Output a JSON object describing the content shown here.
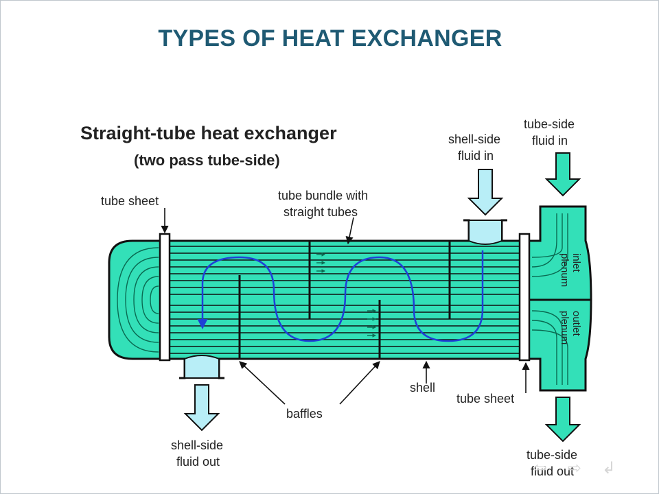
{
  "slide": {
    "title": "TYPES OF HEAT EXCHANGER"
  },
  "diagram": {
    "heading": "Straight-tube heat exchanger",
    "subheading": "(two pass tube-side)",
    "labels": {
      "tube_sheet_left": "tube sheet",
      "tube_sheet_right": "tube sheet",
      "tube_bundle_line1": "tube bundle with",
      "tube_bundle_line2": "straight tubes",
      "shell_in_line1": "shell-side",
      "shell_in_line2": "fluid in",
      "tube_in_line1": "tube-side",
      "tube_in_line2": "fluid in",
      "inlet_line1": "inlet",
      "inlet_line2": "plenum",
      "outlet_line1": "outlet",
      "outlet_line2": "plenum",
      "shell": "shell",
      "baffles": "baffles",
      "shell_out_line1": "shell-side",
      "shell_out_line2": "fluid out",
      "tube_out_line1": "tube-side",
      "tube_out_line2": "fluid out"
    },
    "colors": {
      "tube_fluid": "#33e0b8",
      "shell_fluid": "#b8eef7",
      "outline": "#111111",
      "flow_arrow": "#1f3fd6",
      "title": "#1f5a73"
    }
  },
  "nav": {
    "icons": [
      "back-icon",
      "forward-icon",
      "return-icon"
    ]
  }
}
